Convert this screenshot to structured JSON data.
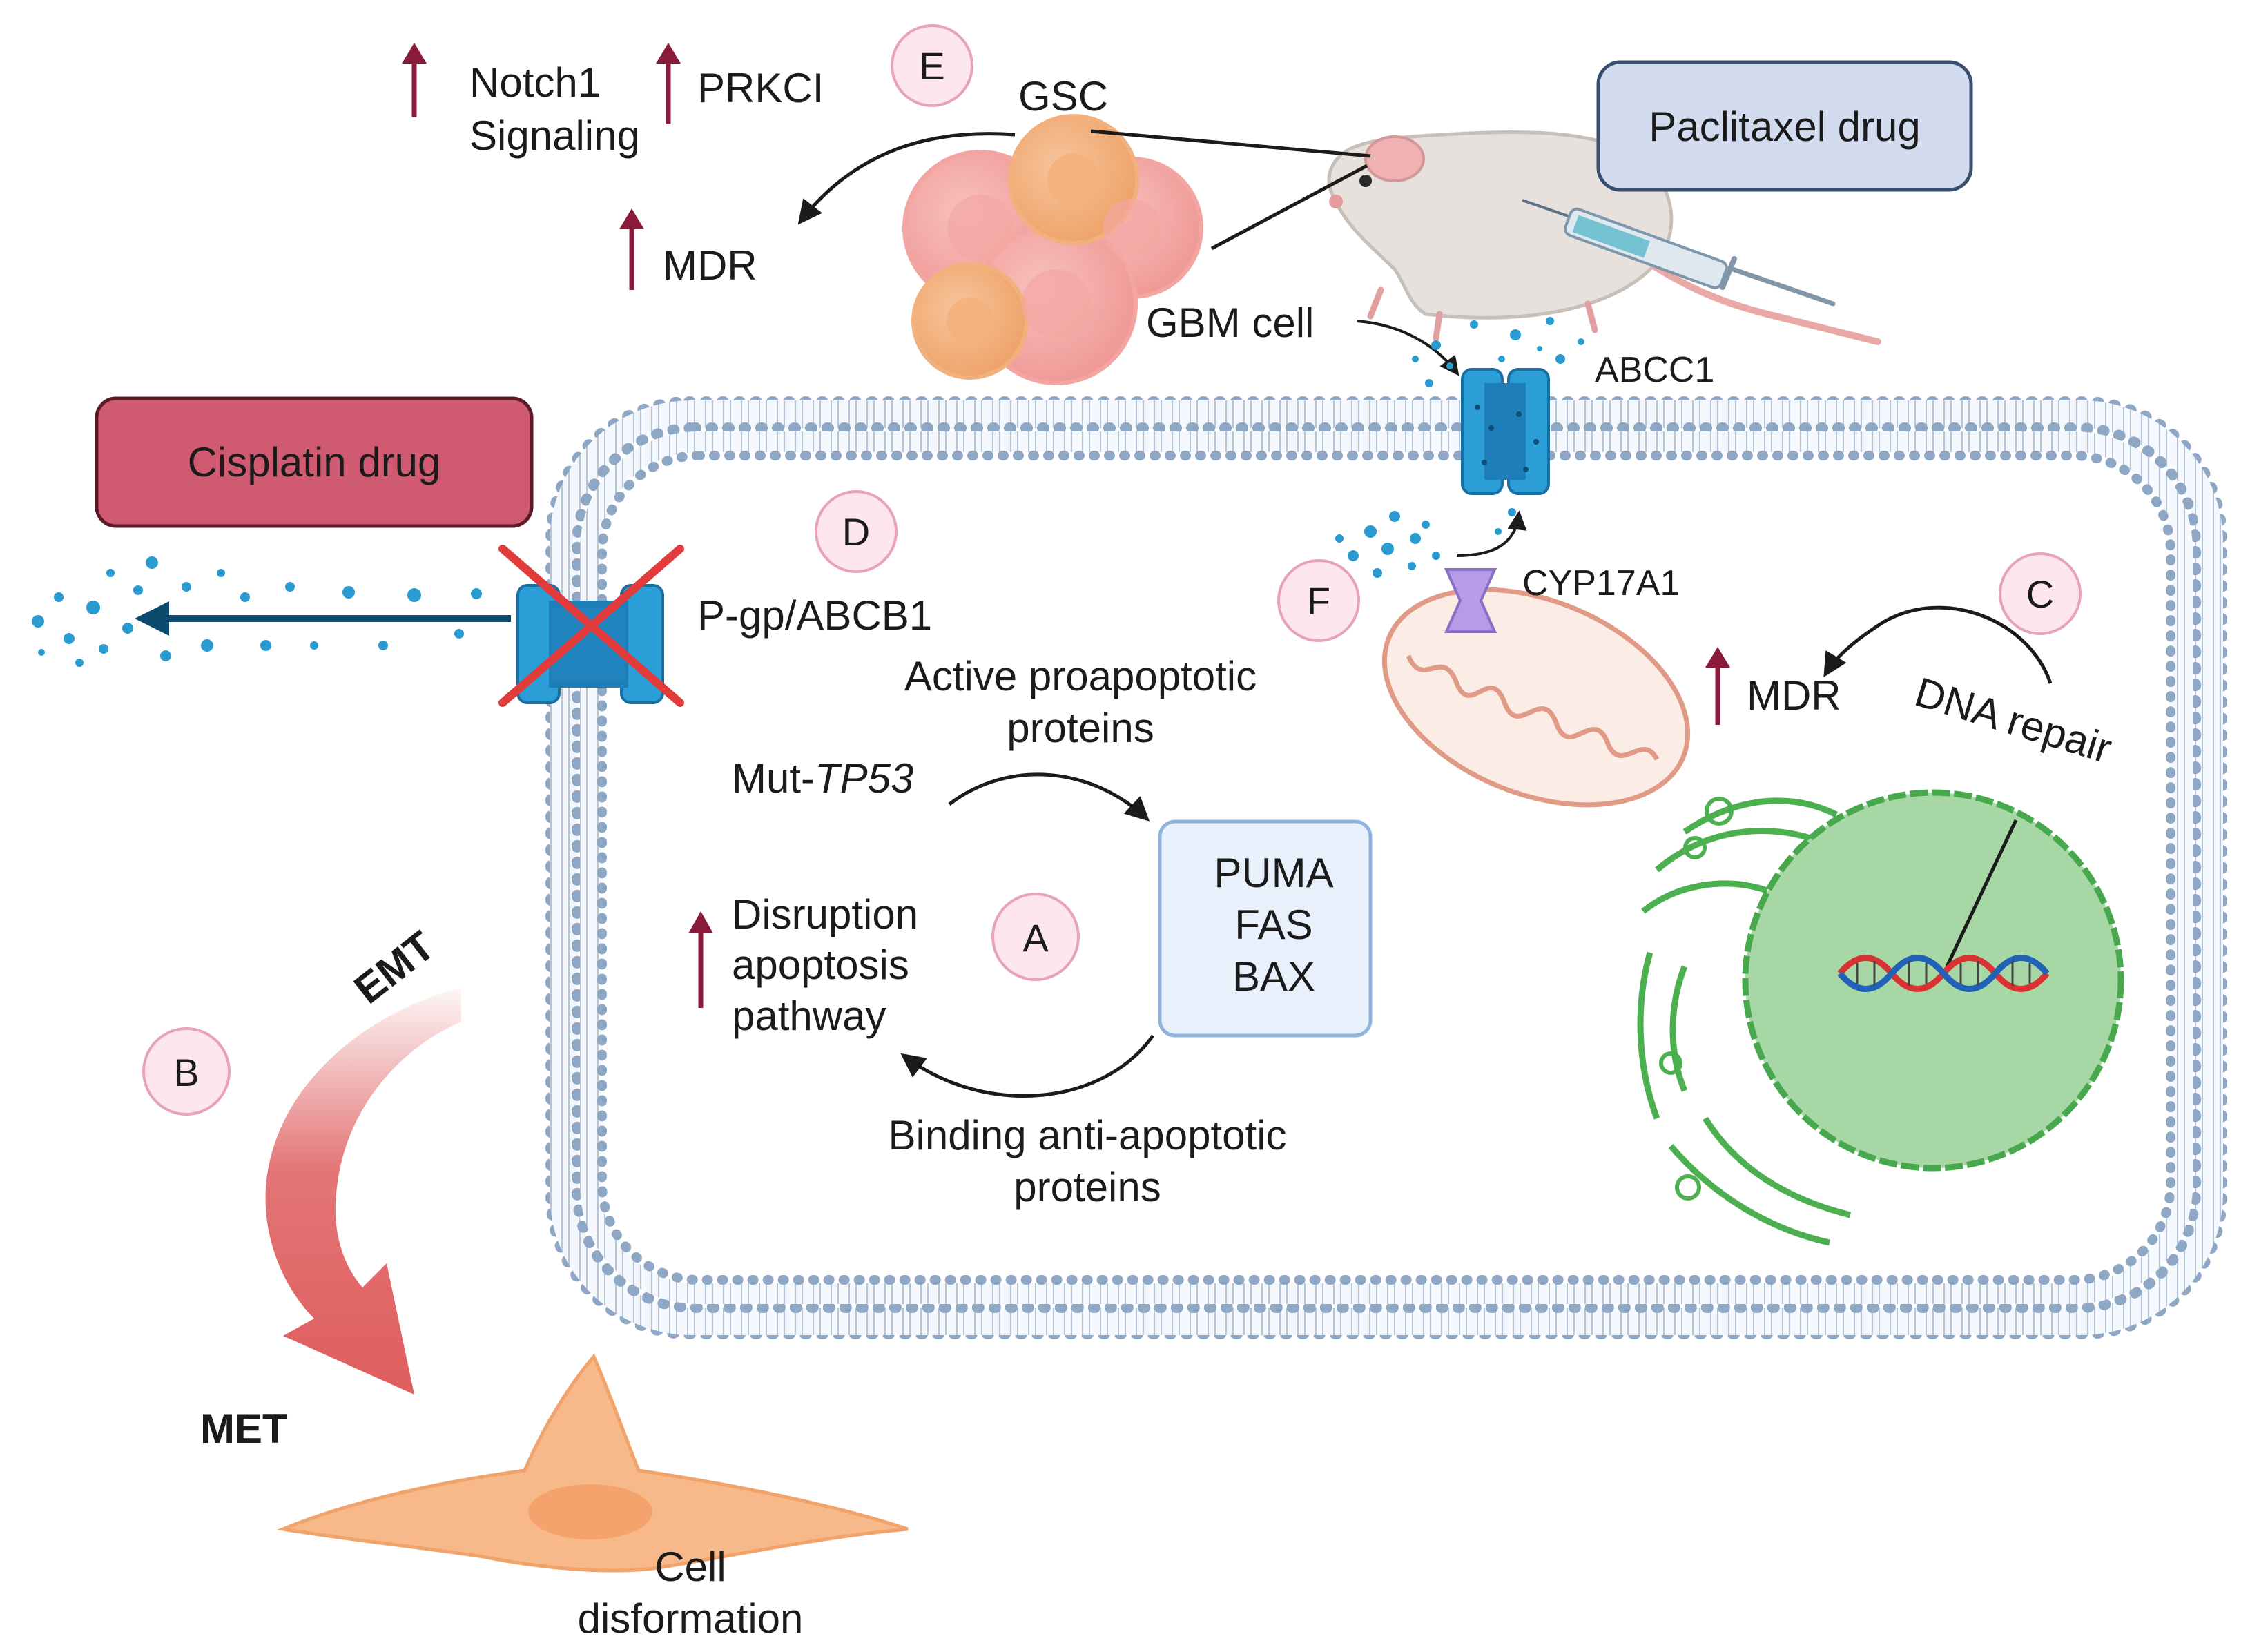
{
  "labels": {
    "gsc": "GSC",
    "gbm_cell": "GBM  cell",
    "notch1_line1": "Notch1",
    "notch1_line2": "Signaling",
    "prkci": "PRKCI",
    "mdr_top": "MDR",
    "paclitaxel": "Paclitaxel drug",
    "cisplatin": "Cisplatin drug",
    "abcc1": "ABCC1",
    "pgp": "P-gp/ABCB1",
    "cyp17a1": "CYP17A1",
    "active_proapoptotic_line1": "Active proapoptotic",
    "active_proapoptotic_line2": "proteins",
    "mut_prefix": "Mut-",
    "mut_gene": "TP53",
    "disruption_line1": "Disruption",
    "disruption_line2": "apoptosis",
    "disruption_line3": "pathway",
    "puma": "PUMA",
    "fas": "FAS",
    "bax": "BAX",
    "binding_line1": "Binding anti-apoptotic",
    "binding_line2": "proteins",
    "mdr_right": "MDR",
    "dna_repair": "DNA repair",
    "emt": "EMT",
    "met": "MET",
    "cell_line1": "Cell",
    "cell_line2": "disformation"
  },
  "badges": {
    "a": "A",
    "b": "B",
    "c": "C",
    "d": "D",
    "e": "E",
    "f": "F"
  },
  "colors": {
    "membrane": "#8da4bd",
    "membrane_head": "#8ea7c4",
    "badge_fill": "#fde6ee",
    "badge_stroke": "#e7a3b8",
    "up_arrow": "#8a1a3a",
    "cisplatin_fill": "#cf5a72",
    "paclitaxel_fill": "#d3dcee",
    "transporter": "#2b9ed8",
    "particles": "#2a9bd0",
    "nucleus": "#a7d7a4",
    "mito": "#e9a08c",
    "tumor": "#f6b0ad",
    "emt_arrow": "#df5d5e",
    "mesenchymal": "#f8b98a"
  },
  "icons": {
    "mouse": "mouse-icon",
    "syringe": "syringe-icon",
    "dna": "dna-helix-icon",
    "mitochondrion": "mitochondrion-icon",
    "nucleus": "nucleus-icon",
    "er": "endoplasmic-reticulum-icon"
  }
}
